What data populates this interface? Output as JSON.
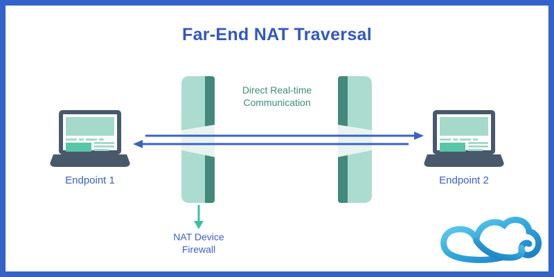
{
  "title": "Far-End NAT Traversal",
  "labels": {
    "communication": "Direct Real-time Communication",
    "endpoint1": "Endpoint 1",
    "endpoint2": "Endpoint 2",
    "firewall": "NAT Device Firewall"
  },
  "icons": {
    "endpoint1": "laptop-icon",
    "endpoint2": "laptop-icon",
    "barrier1": "firewall-wall-icon",
    "barrier2": "firewall-wall-icon",
    "right_arrow": "arrow-right-icon",
    "left_arrow": "arrow-left-icon",
    "firewall_pointer": "arrow-down-icon",
    "logo": "cloud-ribbon-logo-icon"
  },
  "colors": {
    "border": "#3363C9",
    "title": "#3257BE",
    "label_blue": "#3B5FC6",
    "teal_text": "#3E8B78",
    "barrier_light": "#ACDCCF",
    "barrier_dark": "#42897B",
    "wedge": "#E8F4F0",
    "arrow_blue": "#3A63C2",
    "arrow_mint": "#3FBFA3",
    "laptop_frame": "#48596C",
    "laptop_screen_light": "#A5D9C9",
    "laptop_screen_accent": "#58C7A8",
    "logo_light": "#6FD4F0",
    "logo_mid": "#2FA6DC",
    "logo_dark": "#1C79BD"
  }
}
